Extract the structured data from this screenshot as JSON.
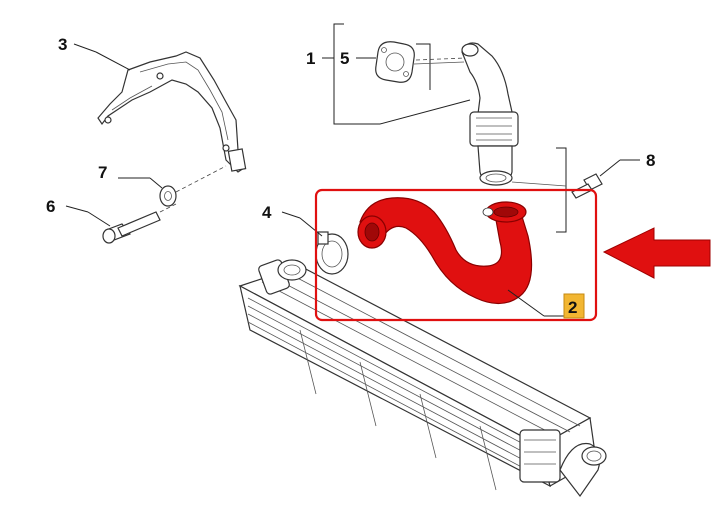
{
  "callouts": {
    "c1": "1",
    "c2": "2",
    "c3": "3",
    "c4": "4",
    "c5": "5",
    "c6": "6",
    "c7": "7",
    "c8": "8"
  },
  "colors": {
    "highlight": "#e01010",
    "badge": "#f2b632",
    "arrow": "#e01010",
    "linework": "#333333"
  },
  "icons": {
    "pointer": "left-arrow-icon"
  }
}
